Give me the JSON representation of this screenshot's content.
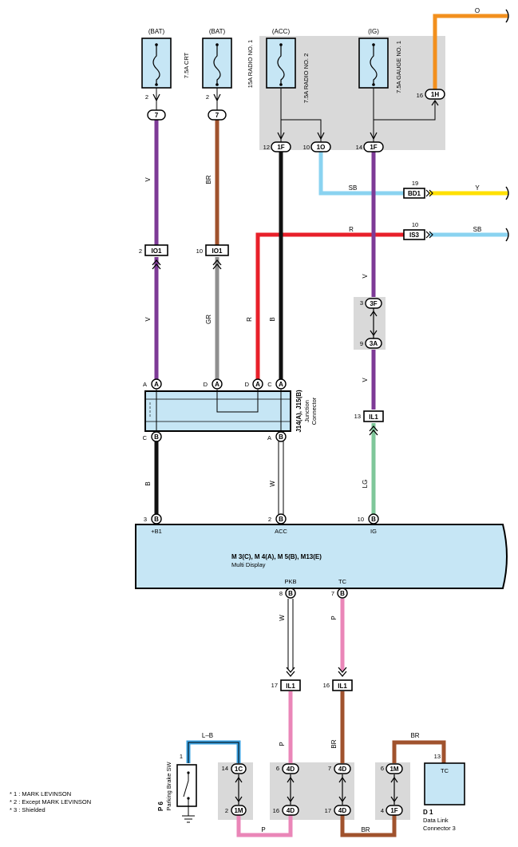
{
  "supplies": {
    "bat1": "(BAT)",
    "bat2": "(BAT)",
    "acc": "(ACC)",
    "ig": "(IG)",
    "o_wire": "O"
  },
  "fuses": {
    "crt": "7.5A CRT",
    "radio1": "15A RADIO NO. 1",
    "radio2": "7.5A RADIO NO. 2",
    "gauge1": "7.5A GAUGE NO. 1"
  },
  "connectors": {
    "IO1": "IO1",
    "BD1": "BD1",
    "IS3": "IS3",
    "IL1": "IL1",
    "p1F": "1F",
    "p1O": "1O",
    "p1H": "1H",
    "p3F": "3F",
    "p3A": "3A",
    "p1C": "1C",
    "p1M": "1M",
    "p4D": "4D",
    "p7": "7",
    "pA": "A",
    "pB": "B"
  },
  "pins": {
    "n2": "2",
    "n10": "10",
    "n12": "12",
    "n14": "14",
    "n16": "16",
    "n19": "19",
    "n3": "3",
    "n9": "9",
    "n13": "13",
    "n8": "8",
    "n7": "7",
    "n17": "17",
    "n6": "6",
    "n1": "1",
    "n4": "4",
    "jA": "A",
    "jD": "D",
    "jC": "C",
    "jB": "B"
  },
  "wire_colors": {
    "V": "V",
    "BR": "BR",
    "GR": "GR",
    "R": "R",
    "B": "B",
    "SB": "SB",
    "Y": "Y",
    "W": "W",
    "LG": "LG",
    "P": "P",
    "LB": "L–B"
  },
  "junction": {
    "title": "J14(A), J15(B)",
    "line1": "Junction",
    "line2": "Connector"
  },
  "multi_display": {
    "title": "M 3(C), M 4(A), M 5(B), M13(E)",
    "subtitle": "Multi Display",
    "pin_b1": "+B1",
    "pin_acc": "ACC",
    "pin_ig": "IG",
    "pin_pkb": "PKB",
    "pin_tc": "TC"
  },
  "parking_brake": {
    "code": "P 6",
    "name": "Parking Brake SW"
  },
  "dlc": {
    "code": "D 1",
    "name1": "Data Link",
    "name2": "Connector 3",
    "pin": "TC"
  },
  "notes": {
    "n1": "* 1 : MARK LEVINSON",
    "n2": "* 2 : Except MARK LEVINSON",
    "n3": "* 3 : Shielded"
  },
  "colors": {
    "violet": "#7d3a96",
    "brown": "#a0522d",
    "gray": "#8f8f8f",
    "red": "#e8202a",
    "black": "#111111",
    "skyblue": "#8ad3f0",
    "yellow": "#ffe000",
    "orange": "#f2901e",
    "lightgreen": "#7fc79a",
    "pink": "#ea86b8",
    "blue": "#3aa0e0",
    "panel": "#d9d9d9",
    "component": "#c6e6f5"
  }
}
